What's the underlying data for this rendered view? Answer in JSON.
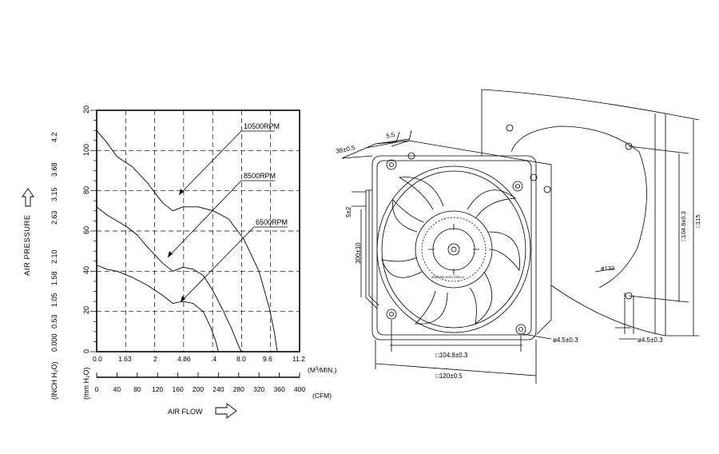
{
  "chart": {
    "y_axis_label": "AIR PRESSURE",
    "inch_unit": "(INCH H₂O)",
    "mm_unit": "(mm H₂O)",
    "x_axis_label": "AIR FLOW",
    "m3_unit": "(M³/MIN.)",
    "cfm_unit": "(CFM)",
    "mm_ticks": [
      "0",
      "20",
      "40",
      "60",
      "80",
      "100",
      "20"
    ],
    "inch_ticks": [
      "0.000",
      "0.53",
      "1.05",
      "1.58",
      "2.10",
      "2.63",
      "3.15",
      "3.68",
      "4.2"
    ],
    "m3_ticks": [
      "0.0",
      "1.63",
      "2",
      "4.86",
      ".4",
      "8.0",
      "9.6",
      "11.2"
    ],
    "cfm_ticks": [
      "0",
      "40",
      "80",
      "120",
      "160",
      "200",
      "240",
      "280",
      "320",
      "360",
      "400"
    ],
    "curve_labels": [
      "10500RPM",
      "8500RPM",
      "6500RPM"
    ]
  },
  "chart_data": {
    "type": "line",
    "x_unit": "CFM",
    "y_unit": "mm H2O",
    "xlim": [
      0,
      400
    ],
    "ylim": [
      0,
      120
    ],
    "grid": true,
    "series": [
      {
        "name": "10500RPM",
        "x": [
          0,
          20,
          40,
          70,
          100,
          130,
          150,
          170,
          200,
          230,
          260,
          290,
          320,
          340,
          350,
          356
        ],
        "y": [
          110,
          104,
          97,
          92,
          84,
          74,
          70,
          72,
          72,
          70,
          66,
          56,
          40,
          22,
          10,
          0
        ]
      },
      {
        "name": "8500RPM",
        "x": [
          0,
          20,
          40,
          60,
          80,
          100,
          130,
          150,
          170,
          190,
          210,
          230,
          250,
          265,
          278,
          285
        ],
        "y": [
          72,
          68,
          65,
          62,
          58,
          52,
          44,
          40,
          42,
          41,
          38,
          30,
          20,
          12,
          4,
          0
        ]
      },
      {
        "name": "6500RPM",
        "x": [
          0,
          20,
          40,
          70,
          100,
          130,
          150,
          170,
          190,
          210,
          225,
          235,
          240
        ],
        "y": [
          43,
          41,
          40,
          37,
          33,
          28,
          24,
          25,
          24,
          20,
          12,
          5,
          0
        ]
      }
    ]
  },
  "drawing": {
    "dim_depth": "38±0.5",
    "dim_rib": "5.5",
    "dim_lead": "5±2",
    "dim_lead_length": "300±10",
    "dim_hole_pitch": "□104.8±0.3",
    "dim_frame": "□120±0.5",
    "dim_hole": "ø4.5±0.3",
    "dim_panel_hole": "ø4.5±0.3",
    "dim_cutout": "ø132",
    "dim_panel_pitch": "□104.8±0.3",
    "dim_panel": "□115",
    "label_text": "ASEFSR-20SC-FBS-G"
  }
}
